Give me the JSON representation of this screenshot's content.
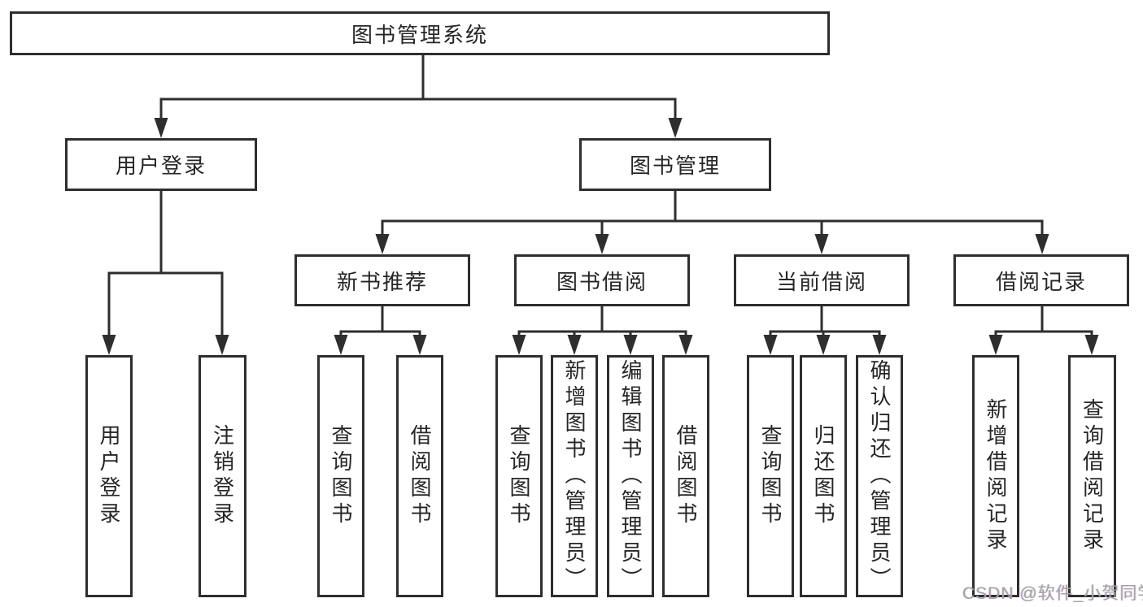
{
  "diagram": {
    "root": {
      "label": "图书管理系统"
    },
    "branches": [
      {
        "label": "用户登录",
        "children": [
          {
            "label": "用户登录"
          },
          {
            "label": "注销登录"
          }
        ]
      },
      {
        "label": "图书管理",
        "children": [
          {
            "label": "新书推荐",
            "children": [
              {
                "label": "查询图书"
              },
              {
                "label": "借阅图书"
              }
            ]
          },
          {
            "label": "图书借阅",
            "children": [
              {
                "label": "查询图书"
              },
              {
                "label": "新增图书（管理员）"
              },
              {
                "label": "编辑图书（管理员）"
              },
              {
                "label": "借阅图书"
              }
            ]
          },
          {
            "label": "当前借阅",
            "children": [
              {
                "label": "查询图书"
              },
              {
                "label": "归还图书"
              },
              {
                "label": "确认归还（管理员）"
              }
            ]
          },
          {
            "label": "借阅记录",
            "children": [
              {
                "label": "新增借阅记录"
              },
              {
                "label": "查询借阅记录"
              }
            ]
          }
        ]
      }
    ]
  },
  "watermark": {
    "text": "CSDN @软件_小贺同学"
  },
  "colors": {
    "line": "#2e2e2e",
    "box_border": "#2e2e2e",
    "box_fill": "#ffffff",
    "text": "#262626",
    "watermark": "#a3a3a3",
    "background": "#ffffff"
  }
}
